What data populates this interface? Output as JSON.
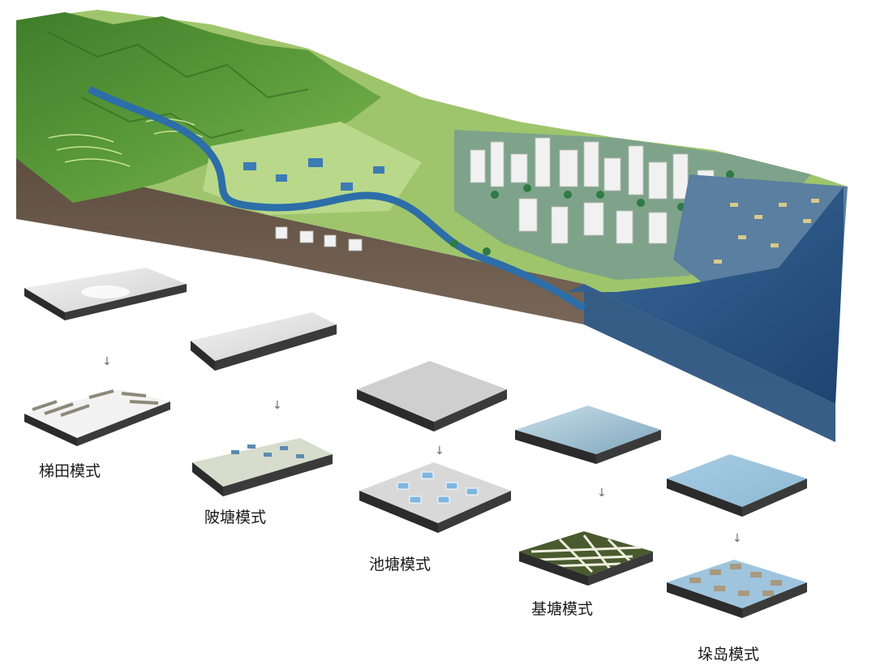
{
  "models": [
    {
      "id": "terrace",
      "label": "梯田模式"
    },
    {
      "id": "slope-pond",
      "label": "陂塘模式"
    },
    {
      "id": "pond",
      "label": "池塘模式"
    },
    {
      "id": "dike-pond",
      "label": "基塘模式"
    },
    {
      "id": "islet",
      "label": "垛岛模式"
    }
  ],
  "arrow_glyph": "↓",
  "colors": {
    "mountain_green": "#4e8f33",
    "light_green": "#8cc25a",
    "river_blue": "#2d6ea8",
    "sea_blue": "#274f7f",
    "soil_brown": "#6b5a4a",
    "building_white": "#eeeeee",
    "block_grey": "#d6d6d6",
    "block_side": "#2b2b2b",
    "water_light": "#a9c9de"
  }
}
